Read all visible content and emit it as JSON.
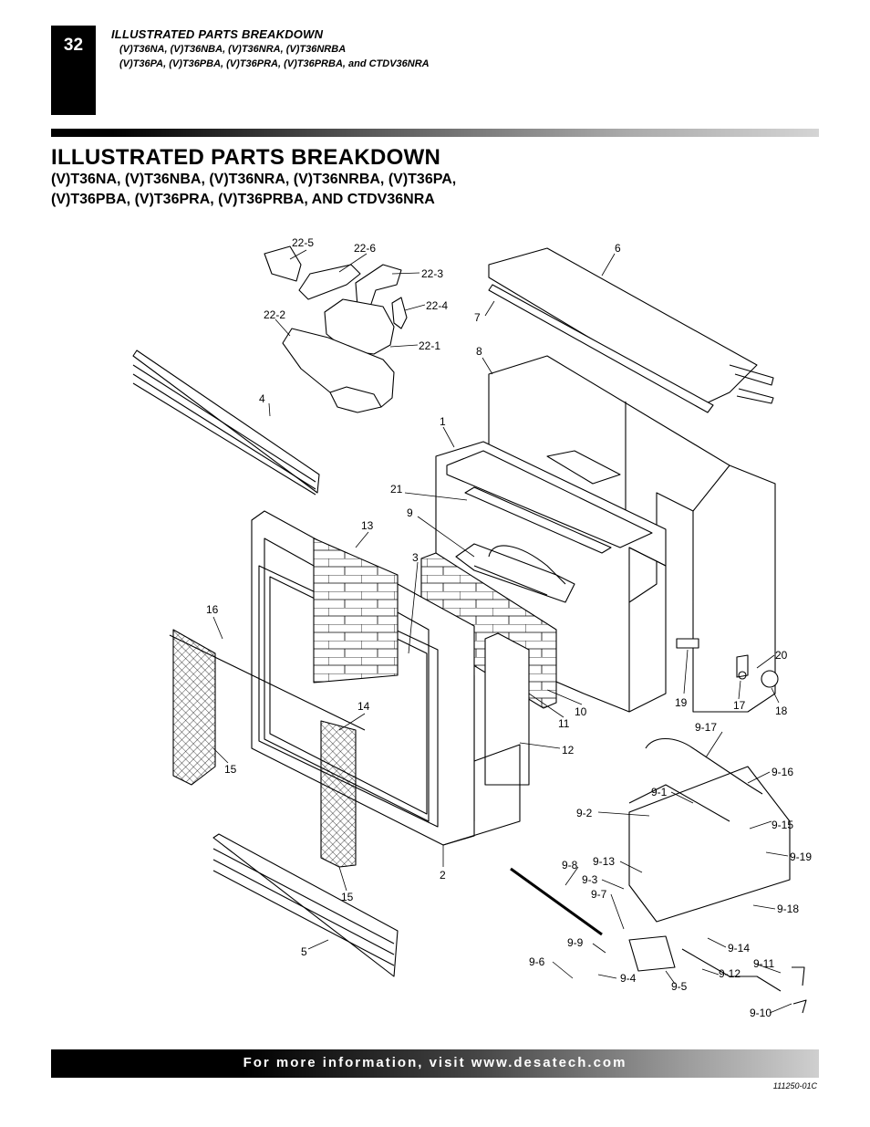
{
  "header": {
    "page_number": "32",
    "section_title": "ILLUSTRATED PARTS BREAKDOWN",
    "models_line1": "(V)T36NA, (V)T36NBA, (V)T36NRA, (V)T36NRBA",
    "models_line2": "(V)T36PA, (V)T36PBA, (V)T36PRA, (V)T36PRBA, and CTDV36NRA"
  },
  "main": {
    "title": "ILLUSTRATED PARTS BREAKDOWN",
    "subtitle_line1": "(V)T36NA, (V)T36NBA, (V)T36NRA, (V)T36NRBA, (V)T36PA,",
    "subtitle_line2": "(V)T36PBA, (V)T36PRA, (V)T36PRBA, AND CTDV36NRA"
  },
  "diagram": {
    "part_labels": {
      "p22_5": "22-5",
      "p22_6": "22-6",
      "p22_3": "22-3",
      "p22_4": "22-4",
      "p22_2": "22-2",
      "p22_1": "22-1",
      "p6": "6",
      "p7": "7",
      "p8": "8",
      "p4": "4",
      "p1": "1",
      "p21": "21",
      "p9": "9",
      "p13": "13",
      "p3": "3",
      "p16": "16",
      "p20": "20",
      "p19": "19",
      "p17": "17",
      "p18": "18",
      "p10": "10",
      "p11": "11",
      "p14": "14",
      "p12": "12",
      "p15a": "15",
      "p15b": "15",
      "p2": "2",
      "p5": "5",
      "p9_17": "9-17",
      "p9_16": "9-16",
      "p9_1": "9-1",
      "p9_2": "9-2",
      "p9_15": "9-15",
      "p9_19": "9-19",
      "p9_8": "9-8",
      "p9_13": "9-13",
      "p9_3": "9-3",
      "p9_7": "9-7",
      "p9_18": "9-18",
      "p9_14": "9-14",
      "p9_9": "9-9",
      "p9_11": "9-11",
      "p9_6": "9-6",
      "p9_12": "9-12",
      "p9_4": "9-4",
      "p9_5": "9-5",
      "p9_10": "9-10"
    }
  },
  "footer": {
    "text": "For more information, visit www.desatech.com",
    "doc_number": "111250-01C"
  },
  "colors": {
    "ink": "#000000",
    "paper": "#ffffff",
    "rule_end": "#d4d4d4"
  }
}
